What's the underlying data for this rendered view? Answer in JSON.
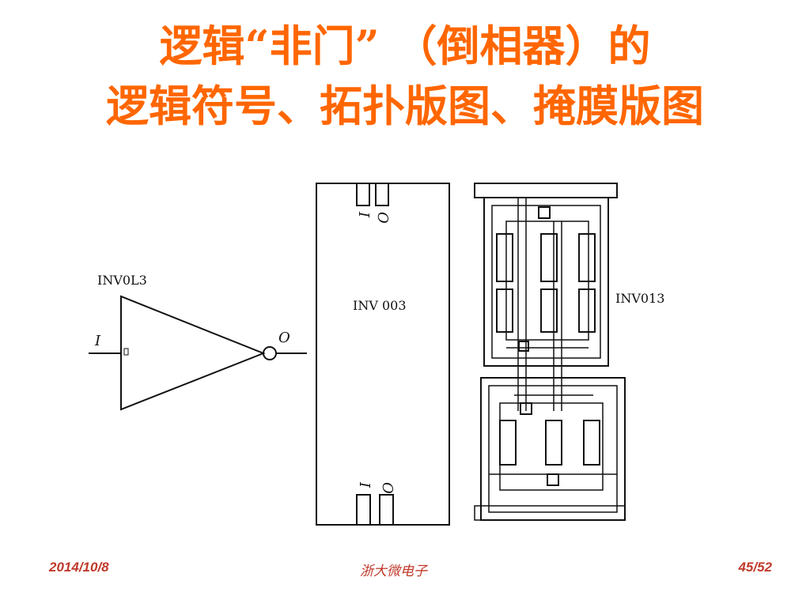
{
  "slide": {
    "title_line1": "逻辑“非门” （倒相器）的",
    "title_line2": "逻辑符号、拓扑版图、掩膜版图",
    "title_color": "#ff6600"
  },
  "symbol": {
    "cell_name": "INV0L3",
    "input_label": "I",
    "output_label": "O"
  },
  "topology": {
    "cell_name": "INV 003",
    "top_pin_labels": [
      "I",
      "O"
    ],
    "bottom_pin_labels": [
      "I",
      "O"
    ]
  },
  "mask": {
    "cell_name": "INV013"
  },
  "footer": {
    "date": "2014/10/8",
    "source": "浙大微电子",
    "page": "45/52"
  }
}
